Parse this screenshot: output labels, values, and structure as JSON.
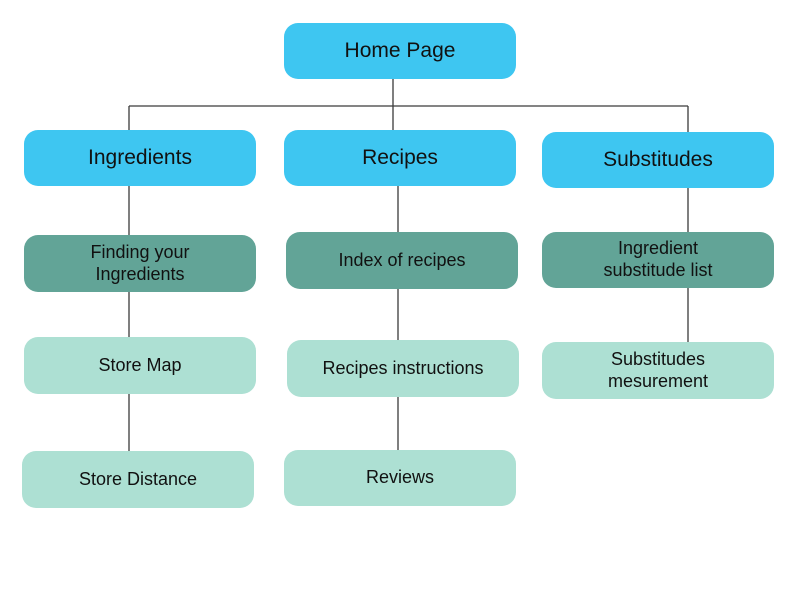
{
  "diagram": {
    "root": {
      "label": "Home Page"
    },
    "branches": [
      {
        "label": "Ingredients",
        "children": [
          "Finding your\nIngredients",
          "Store Map",
          "Store Distance"
        ]
      },
      {
        "label": "Recipes",
        "children": [
          "Index of recipes",
          "Recipes instructions",
          "Reviews"
        ]
      },
      {
        "label": "Substitudes",
        "children": [
          "Ingredient\nsubstitude list",
          "Substitudes\nmesurement"
        ]
      }
    ]
  },
  "colors": {
    "primary_node": "#3ec6f1",
    "secondary_node": "#62a497",
    "tertiary_node": "#ade0d3",
    "connector": "#3a3a3a"
  }
}
